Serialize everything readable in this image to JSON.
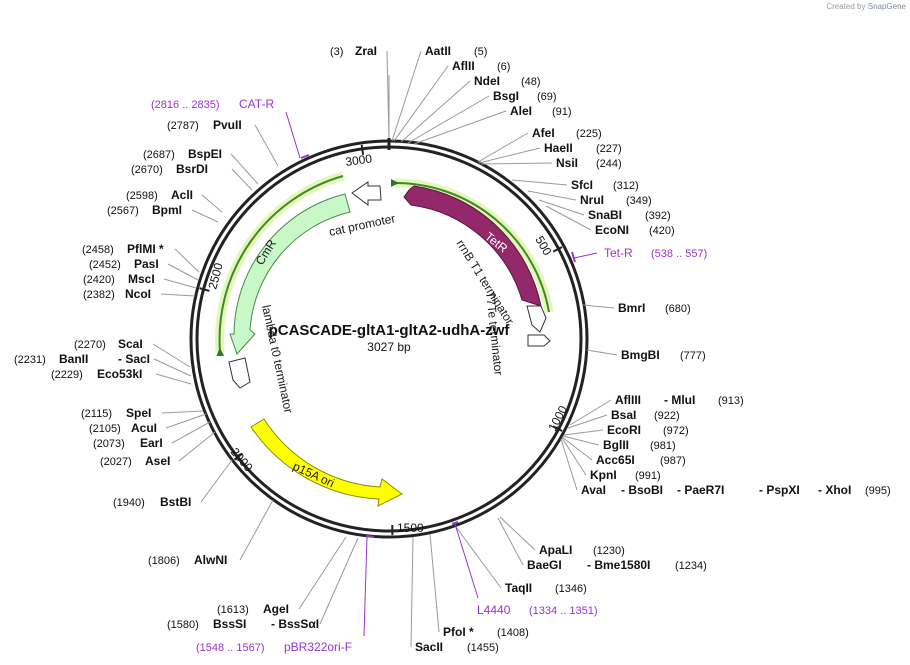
{
  "credit": {
    "prefix": "Created by",
    "brand": "SnapGene"
  },
  "plasmid": {
    "name": "pCASCADE-gltA1-gltA2-udhA-zwf",
    "length": "3027 bp"
  },
  "ticks": [
    "500",
    "1000",
    "1500",
    "2000",
    "2500",
    "3000"
  ],
  "features": [
    {
      "name": "TetR",
      "kind": "cds",
      "color": "#93296a"
    },
    {
      "name": "CmR",
      "kind": "cds",
      "color": "#c8f7c8"
    },
    {
      "name": "p15A ori",
      "kind": "rep_origin",
      "color": "#ffff00"
    },
    {
      "name": "cat promoter",
      "kind": "promoter"
    },
    {
      "name": "rrnB T1 terminator",
      "kind": "terminator"
    },
    {
      "name": "T7Te terminator",
      "kind": "terminator"
    },
    {
      "name": "lambda t0 terminator",
      "kind": "terminator"
    }
  ],
  "primers": [
    {
      "name": "CAT-R",
      "range": "(2816 .. 2835)"
    },
    {
      "name": "Tet-R",
      "range": "(538 .. 557)"
    },
    {
      "name": "L4440",
      "range": "(1334 .. 1351)"
    },
    {
      "name": "pBR322ori-F",
      "range": "(1548 .. 1567)"
    }
  ],
  "sites": [
    {
      "parts": [
        "(3)",
        "ZraI"
      ]
    },
    {
      "parts": [
        "AatII",
        "(5)"
      ]
    },
    {
      "parts": [
        "AflII",
        "(6)"
      ]
    },
    {
      "parts": [
        "NdeI",
        "(48)"
      ]
    },
    {
      "parts": [
        "BsgI",
        "(69)"
      ]
    },
    {
      "parts": [
        "AleI",
        "(91)"
      ]
    },
    {
      "parts": [
        "AfeI",
        "(225)"
      ]
    },
    {
      "parts": [
        "HaeII",
        "(227)"
      ]
    },
    {
      "parts": [
        "NsiI",
        "(244)"
      ]
    },
    {
      "parts": [
        "SfcI",
        "(312)"
      ]
    },
    {
      "parts": [
        "NruI",
        "(349)"
      ]
    },
    {
      "parts": [
        "SnaBI",
        "(392)"
      ]
    },
    {
      "parts": [
        "EcoNI",
        "(420)"
      ]
    },
    {
      "parts": [
        "BmrI",
        "(680)"
      ]
    },
    {
      "parts": [
        "BmgBI",
        "(777)"
      ]
    },
    {
      "parts": [
        "AflIII",
        "- MluI",
        "(913)"
      ]
    },
    {
      "parts": [
        "BsaI",
        "(922)"
      ]
    },
    {
      "parts": [
        "EcoRI",
        "(972)"
      ]
    },
    {
      "parts": [
        "BglII",
        "(981)"
      ]
    },
    {
      "parts": [
        "Acc65I",
        "(987)"
      ]
    },
    {
      "parts": [
        "KpnI",
        "(991)"
      ]
    },
    {
      "parts": [
        "AvaI",
        "- BsoBI",
        "- PaeR7I",
        "- PspXI",
        "- XhoI",
        "(995)"
      ]
    },
    {
      "parts": [
        "ApaLI",
        "(1230)"
      ]
    },
    {
      "parts": [
        "BaeGI",
        "- Bme1580I",
        "(1234)"
      ]
    },
    {
      "parts": [
        "TaqII",
        "(1346)"
      ]
    },
    {
      "parts": [
        "PfoI *",
        "(1408)"
      ]
    },
    {
      "parts": [
        "SacII",
        "(1455)"
      ]
    },
    {
      "parts": [
        "(1613)",
        "AgeI"
      ]
    },
    {
      "parts": [
        "(1580)",
        "BssSI",
        "- BssSαI"
      ]
    },
    {
      "parts": [
        "(1806)",
        "AlwNI"
      ]
    },
    {
      "parts": [
        "(1940)",
        "BstBI"
      ]
    },
    {
      "parts": [
        "(2027)",
        "AseI"
      ]
    },
    {
      "parts": [
        "(2073)",
        "EarI"
      ]
    },
    {
      "parts": [
        "(2105)",
        "AcuI"
      ]
    },
    {
      "parts": [
        "(2115)",
        "SpeI"
      ]
    },
    {
      "parts": [
        "(2229)",
        "Eco53kI"
      ]
    },
    {
      "parts": [
        "(2231)",
        "BanII",
        "- SacI"
      ]
    },
    {
      "parts": [
        "(2270)",
        "ScaI"
      ]
    },
    {
      "parts": [
        "(2382)",
        "NcoI"
      ]
    },
    {
      "parts": [
        "(2420)",
        "MscI"
      ]
    },
    {
      "parts": [
        "(2452)",
        "PasI"
      ]
    },
    {
      "parts": [
        "(2458)",
        "PflMI *"
      ]
    },
    {
      "parts": [
        "(2567)",
        "BpmI"
      ]
    },
    {
      "parts": [
        "(2598)",
        "AclI"
      ]
    },
    {
      "parts": [
        "(2670)",
        "BsrDI"
      ]
    },
    {
      "parts": [
        "(2687)",
        "BspEI"
      ]
    },
    {
      "parts": [
        "(2787)",
        "PvuII"
      ]
    }
  ]
}
